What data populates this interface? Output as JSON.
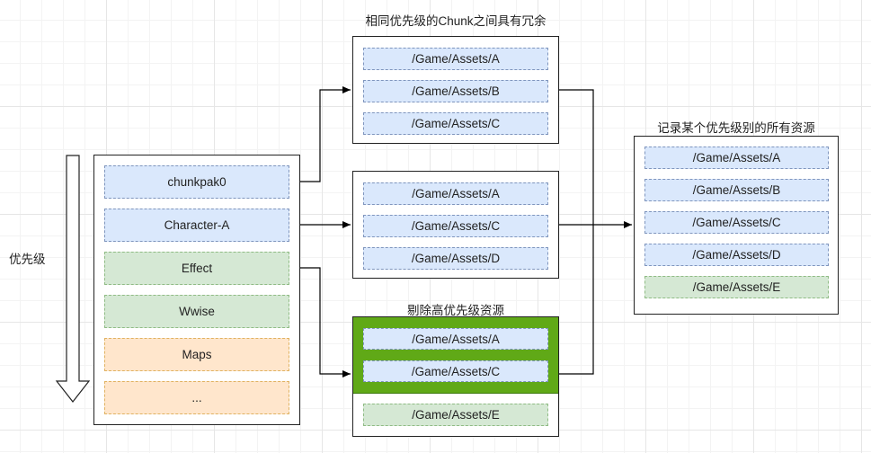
{
  "priority_label": "优先级",
  "chunk_list": [
    {
      "label": "chunkpak0",
      "color": "#dae8fc"
    },
    {
      "label": "Character-A",
      "color": "#dae8fc"
    },
    {
      "label": "Effect",
      "color": "#d5e8d4"
    },
    {
      "label": "Wwise",
      "color": "#d5e8d4"
    },
    {
      "label": "Maps",
      "color": "#ffe6cc"
    },
    {
      "label": "...",
      "color": "#ffe6cc"
    }
  ],
  "group_redundant": {
    "title": "相同优先级的Chunk之间具有冗余",
    "items": [
      "/Game/Assets/A",
      "/Game/Assets/B",
      "/Game/Assets/C"
    ]
  },
  "group_character": {
    "items": [
      "/Game/Assets/A",
      "/Game/Assets/C",
      "/Game/Assets/D"
    ]
  },
  "group_effect": {
    "title": "剔除高优先级资源",
    "highlight_color": "#60a917",
    "items": [
      "/Game/Assets/A",
      "/Game/Assets/C",
      "/Game/Assets/E"
    ]
  },
  "group_all": {
    "title": "记录某个优先级别的所有资源",
    "items": [
      "/Game/Assets/A",
      "/Game/Assets/B",
      "/Game/Assets/C",
      "/Game/Assets/D",
      "/Game/Assets/E"
    ]
  }
}
